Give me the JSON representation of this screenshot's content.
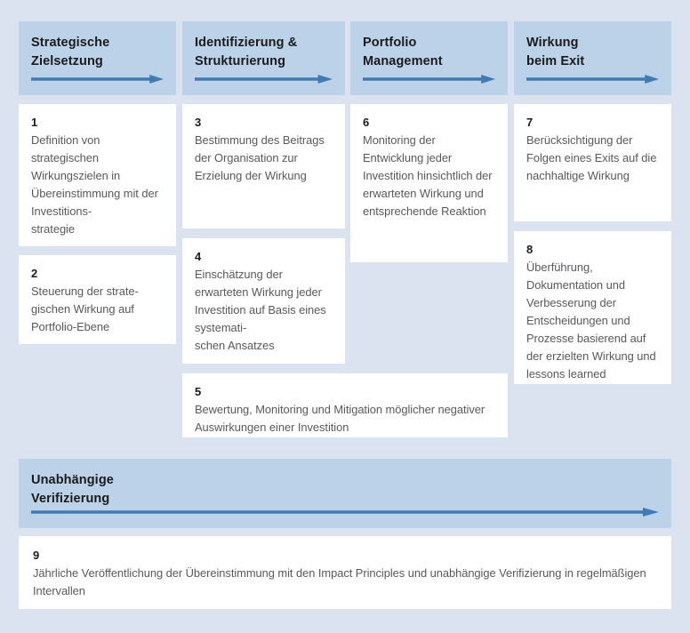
{
  "theme": {
    "background": "#dae3ef",
    "header_block": "#bcd2e8",
    "card_background": "#ffffff",
    "arrow_color": "#3f7cb5",
    "heading_text": "#1b1b1b",
    "body_text": "#58595b"
  },
  "phases": [
    {
      "id": "strategische-zielsetzung",
      "title": "Strategische\nZielsetzung",
      "arrow": "arrow-right-icon"
    },
    {
      "id": "identifizierung-strukturierung",
      "title": "Identifizierung &\nStrukturierung",
      "arrow": "arrow-right-icon"
    },
    {
      "id": "portfolio-management",
      "title": "Portfolio\nManagement",
      "arrow": "arrow-right-icon"
    },
    {
      "id": "wirkung-beim-exit",
      "title": "Wirkung\nbeim Exit",
      "arrow": "arrow-right-icon"
    }
  ],
  "principles": [
    {
      "number": "1",
      "text": "Definition von strategischen Wirkungszielen in Übereinstimmung mit der Investitions-\nstrategie",
      "phase": "strategische-zielsetzung"
    },
    {
      "number": "2",
      "text": "Steuerung der strate-\ngischen Wirkung auf Portfolio-Ebene",
      "phase": "strategische-zielsetzung"
    },
    {
      "number": "3",
      "text": "Bestimmung des Beitrags der Organisation zur Erzielung der Wirkung",
      "phase": "identifizierung-strukturierung"
    },
    {
      "number": "4",
      "text": "Einschätzung der erwarteten Wirkung jeder Investition auf Basis eines systemati-\nschen Ansatzes",
      "phase": "identifizierung-strukturierung"
    },
    {
      "number": "5",
      "text": "Bewertung, Monitoring und Mitigation möglicher negativer Auswirkungen einer Investition",
      "phase": "identifizierung-strukturierung-portfolio-management"
    },
    {
      "number": "6",
      "text": "Monitoring der Entwicklung jeder Investition hinsichtlich der erwarteten Wirkung und entsprechende Reaktion",
      "phase": "portfolio-management"
    },
    {
      "number": "7",
      "text": "Berücksichtigung der Folgen eines Exits auf die nachhaltige Wirkung",
      "phase": "wirkung-beim-exit"
    },
    {
      "number": "8",
      "text": "Überführung, Dokumentation und Verbesserung der Entscheidungen und Prozesse basierend auf der erzielten Wirkung und lessons learned",
      "phase": "wirkung-beim-exit"
    },
    {
      "number": "9",
      "text": "Jährliche Veröffentlichung der Übereinstimmung mit den Impact Principles und unabhängige Verifizierung in regelmäßigen Intervallen",
      "phase": "unabhaengige-verifizierung"
    }
  ],
  "verification": {
    "id": "unabhaengige-verifizierung",
    "title": "Unabhängige\nVerifizierung",
    "arrow": "arrow-right-icon"
  }
}
